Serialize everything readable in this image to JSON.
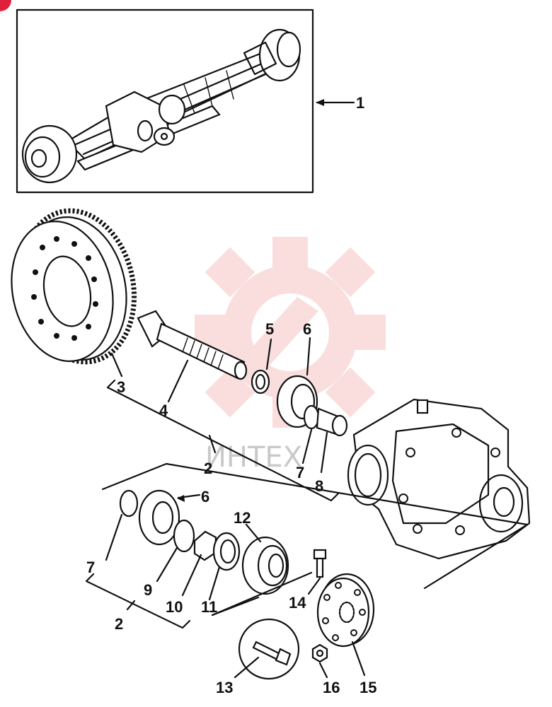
{
  "watermark": {
    "text": "ИНТЕХ",
    "color": "#f2a3a3"
  },
  "labels": {
    "l1": "1",
    "l2a": "2",
    "l2b": "2",
    "l3": "3",
    "l4": "4",
    "l5": "5",
    "l6a": "6",
    "l6b": "6",
    "l7a": "7",
    "l7b": "7",
    "l8": "8",
    "l9": "9",
    "l10": "10",
    "l11": "11",
    "l12": "12",
    "l13": "13",
    "l14": "14",
    "l15": "15",
    "l16": "16"
  },
  "colors": {
    "ink": "#111111",
    "background": "#ffffff",
    "corner_badge": "#e0203a"
  }
}
